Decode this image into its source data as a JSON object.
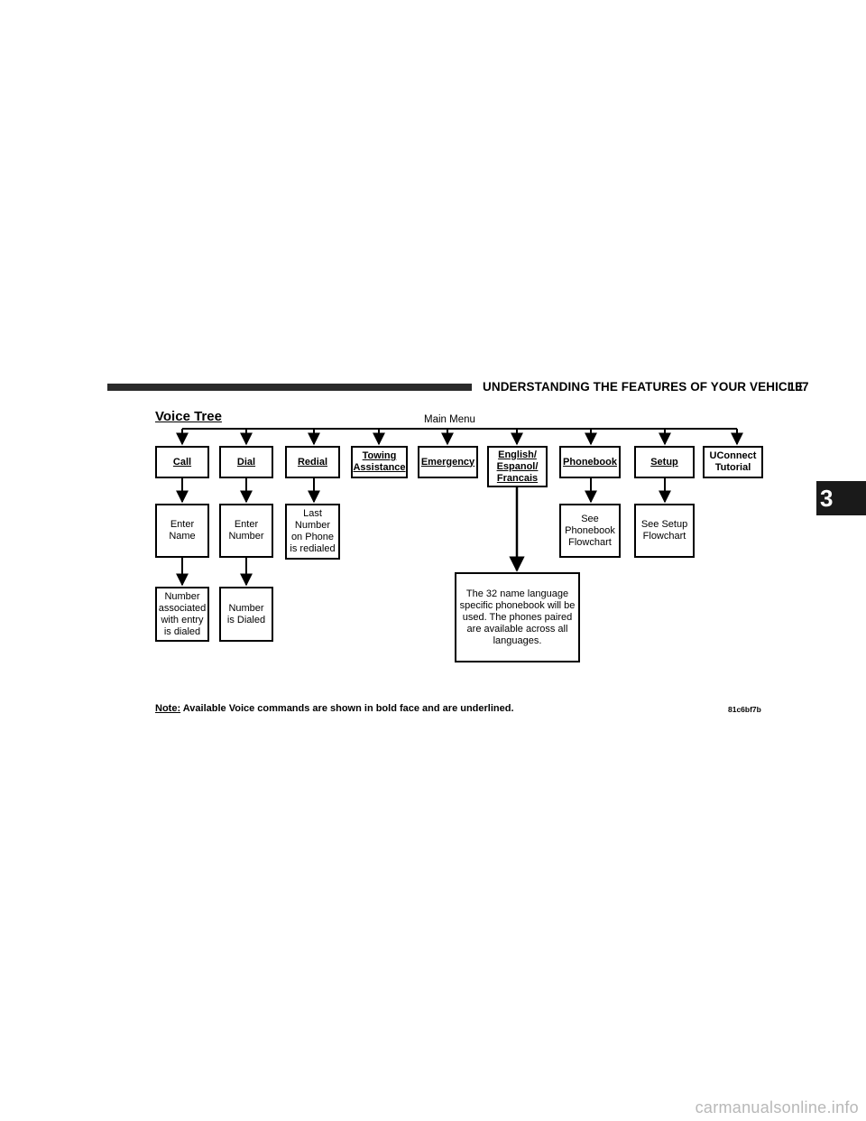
{
  "header": {
    "title": "UNDERSTANDING THE FEATURES OF YOUR VEHICLE",
    "page_number": "107",
    "chapter": "3"
  },
  "diagram": {
    "title": "Voice Tree",
    "root": "Main Menu",
    "commands": {
      "call": "Call",
      "dial": "Dial",
      "redial": "Redial",
      "towing": "Towing\nAssistance",
      "emergency": "Emergency",
      "language_english": "English/",
      "language_espanol": "Espanol/",
      "language_francais": "Francais",
      "phonebook": "Phonebook",
      "setup": "Setup",
      "uconnect": "UConnect\nTutorial"
    },
    "results": {
      "enter_name": "Enter\nName",
      "enter_number": "Enter\nNumber",
      "last_number": "Last\nNumber\non Phone\nis redialed",
      "see_phonebook": "See\nPhonebook\nFlowchart",
      "see_setup": "See Setup\nFlowchart",
      "number_associated": "Number\nassociated\nwith entry\nis dialed",
      "number_dialed": "Number\nis Dialed",
      "language_note": "The 32 name language\nspecific phonebook will be\nused. The phones paired\nare available across all\nlanguages."
    },
    "note_label": "Note:",
    "note_text": " Available Voice commands are shown in bold face and are underlined.",
    "figure_code": "81c6bf7b"
  },
  "watermark": "carmanualsonline.info"
}
